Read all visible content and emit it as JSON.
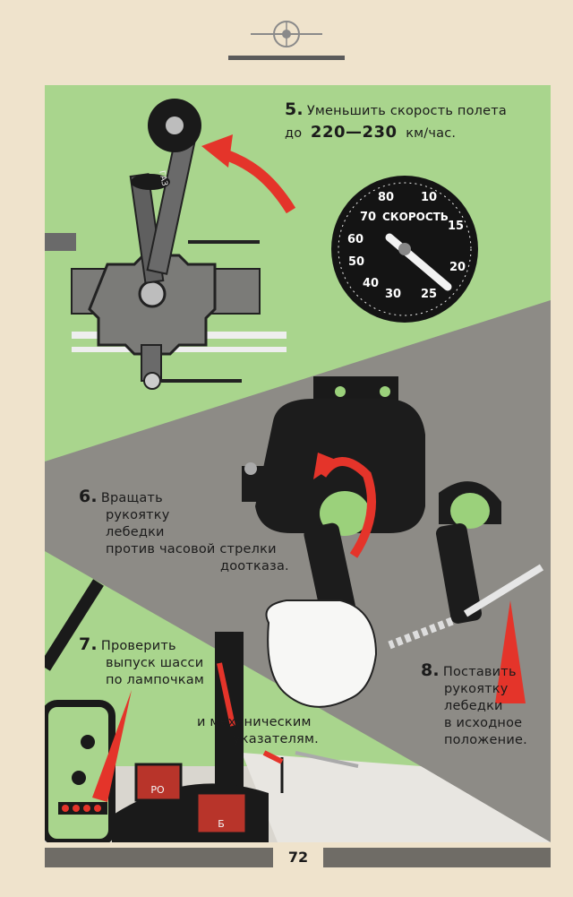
{
  "steps": {
    "step5": {
      "number": "5.",
      "line1": "Уменьшить скорость полета",
      "line2_prefix": "до",
      "speed_range": "220—230",
      "unit": "км/час."
    },
    "step6": {
      "number": "6.",
      "line1": "Вращать",
      "line2": "рукоятку",
      "line3": "лебедки",
      "line4": "против часовой стрелки",
      "line5": "доотказа."
    },
    "step7": {
      "number": "7.",
      "line1": "Проверить",
      "line2": "выпуск шасси",
      "line3": "по лампочкам",
      "line4": "и механическим",
      "line5": "указателям."
    },
    "step8": {
      "number": "8.",
      "line1": "Поставить",
      "line2": "рукоятку",
      "line3": "лебедки",
      "line4": "в исходное",
      "line5": "положение."
    }
  },
  "gauge": {
    "label": "СКОРОСТЬ",
    "numbers": [
      "80",
      "10",
      "70",
      "15",
      "60",
      "50",
      "20",
      "40",
      "30",
      "25"
    ]
  },
  "lever_label": "ГАЗ",
  "button_labels": [
    "РО",
    "Б"
  ],
  "page_number": "72",
  "colors": {
    "green": "#a9d58d",
    "gray": "#8d8b86",
    "red": "#e4342a",
    "paper": "#efe3cc",
    "black": "#141414"
  },
  "icons": [
    "aircraft-emblem-icon",
    "red-arrow-icon",
    "crank-rotation-arrow-icon"
  ]
}
